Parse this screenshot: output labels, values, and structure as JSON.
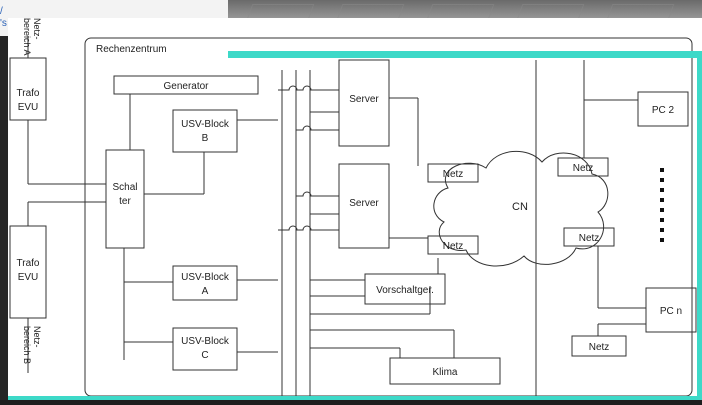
{
  "top": {
    "link_fragment_1": "/",
    "link_fragment_2": "'s"
  },
  "diagram": {
    "rechenzentrum": "Rechenzentrum",
    "generator": "Generator",
    "usv_b_line1": "USV-Block",
    "usv_b_line2": "B",
    "usv_a_line1": "USV-Block",
    "usv_a_line2": "A",
    "usv_c_line1": "USV-Block",
    "usv_c_line2": "C",
    "schalter_line1": "Schal",
    "schalter_line2": "ter",
    "trafo_a_line1": "Trafo",
    "trafo_a_line2": "EVU",
    "trafo_b_line1": "Trafo",
    "trafo_b_line2": "EVU",
    "netz_a_line1": "Netz-",
    "netz_a_line2": "bereich A",
    "netz_b_line1": "Netz-",
    "netz_b_line2": "bereich B",
    "server_1": "Server",
    "server_2": "Server",
    "netz_1": "Netz",
    "netz_2": "Netz",
    "netz_3": "Netz",
    "netz_4": "Netz",
    "netz_5": "Netz",
    "cn": "CN",
    "vorschalt": "Vorschaltger.",
    "klima": "Klima",
    "pc2": "PC 2",
    "pcn": "PC n"
  }
}
